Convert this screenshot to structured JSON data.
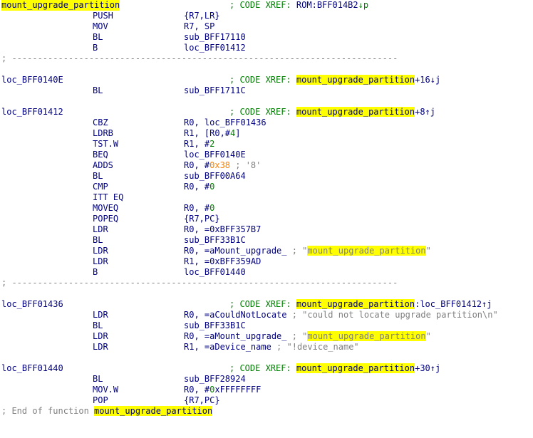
{
  "listing": {
    "func_name": "mount_upgrade_partition",
    "header_xref_prefix": "; CODE XREF: ",
    "header_xref": "ROM:BFF014B2",
    "header_xref_dir": "↓p",
    "block1": [
      {
        "mn": "PUSH",
        "op": "{R7,LR}"
      },
      {
        "mn": "MOV",
        "op": "R7, SP"
      },
      {
        "mn": "BL",
        "op": "sub_BFF17110"
      },
      {
        "mn": "B",
        "op": "loc_BFF01412"
      }
    ],
    "separator": "; ---------------------------------------------------------------------------",
    "loc1": {
      "label": "loc_BFF0140E",
      "xref_prefix": "; CODE XREF: ",
      "xref_target": "mount_upgrade_partition",
      "xref_suffix": "+16↓j",
      "mn": "BL",
      "op": "sub_BFF1711C"
    },
    "loc2": {
      "label": "loc_BFF01412",
      "xref_prefix": "; CODE XREF: ",
      "xref_target": "mount_upgrade_partition",
      "xref_suffix": "+8↑j",
      "lines": [
        {
          "mn": "CBZ",
          "op": "R0, loc_BFF01436"
        },
        {
          "mn": "LDRB",
          "op": "R1, [R0,#4]"
        },
        {
          "mn": "TST.W",
          "op": "R1, #2"
        },
        {
          "mn": "BEQ",
          "op": "loc_BFF0140E"
        },
        {
          "mn": "ADDS",
          "op_a": "R0, #",
          "op_hex": "0x38",
          "op_cmt": " ; '8'"
        },
        {
          "mn": "BL",
          "op": "sub_BFF00A64"
        },
        {
          "mn": "CMP",
          "op": "R0, #0"
        },
        {
          "mn": "ITT EQ",
          "op": ""
        },
        {
          "mn": "MOVEQ",
          "op": "R0, #0"
        },
        {
          "mn": "POPEQ",
          "op": "{R7,PC}"
        },
        {
          "mn": "LDR",
          "op": "R0, =0xBFF357B7"
        },
        {
          "mn": "BL",
          "op": "sub_BFF33B1C"
        },
        {
          "mn": "LDR",
          "op": "R0, =aMount_upgrade_",
          "str_pre": " ; \"",
          "str_hl": "mount_upgrade_partition",
          "str_post": "\""
        },
        {
          "mn": "LDR",
          "op": "R1, =0xBFF359AD"
        },
        {
          "mn": "B",
          "op": "loc_BFF01440"
        }
      ]
    },
    "loc3": {
      "label": "loc_BFF01436",
      "xref_prefix": "; CODE XREF: ",
      "xref_target": "mount_upgrade_partition",
      "xref_suffix": ":loc_BFF01412↑j",
      "lines": [
        {
          "mn": "LDR",
          "op": "R0, =aCouldNotLocate",
          "str_pre": " ; \"could not locate upgrade partition\\n\""
        },
        {
          "mn": "BL",
          "op": "sub_BFF33B1C"
        },
        {
          "mn": "LDR",
          "op": "R0, =aMount_upgrade_",
          "str_pre": " ; \"",
          "str_hl": "mount_upgrade_partition",
          "str_post": "\""
        },
        {
          "mn": "LDR",
          "op": "R1, =aDevice_name",
          "str_pre": " ; \"!device_name\""
        }
      ]
    },
    "loc4": {
      "label": "loc_BFF01440",
      "xref_prefix": "; CODE XREF: ",
      "xref_target": "mount_upgrade_partition",
      "xref_suffix": "+30↑j",
      "lines": [
        {
          "mn": "BL",
          "op": "sub_BFF28924"
        },
        {
          "mn": "MOV.W",
          "op": "R0, #0xFFFFFFFF"
        },
        {
          "mn": "POP",
          "op": "{R7,PC}"
        }
      ]
    },
    "end_prefix": "; End of function ",
    "end_name": "mount_upgrade_partition"
  }
}
